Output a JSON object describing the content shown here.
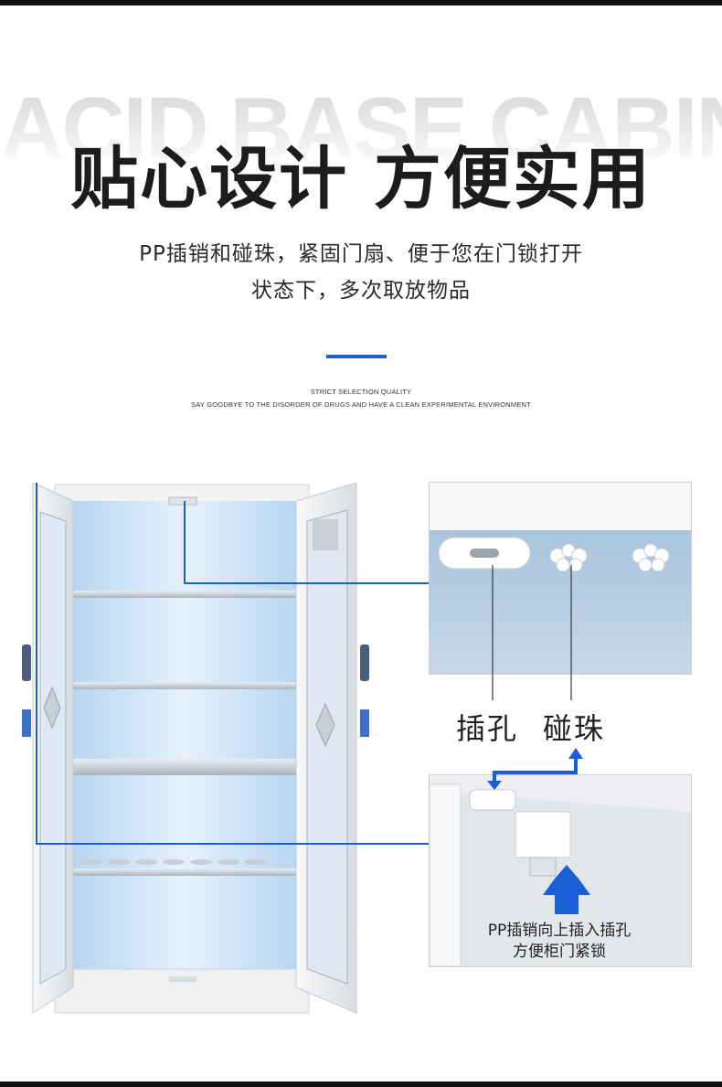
{
  "background_word": "ACID BASE CABINET",
  "title": "贴心设计 方便实用",
  "description": {
    "line1": "PP插销和碰珠，紧固门扇、便于您在门锁打开",
    "line2": "状态下，多次取放物品"
  },
  "subtitle": {
    "line1": "STRICT SELECTION QUALITY",
    "line2": "SAY GOODBYE TO THE DISORDER OF DRUGS AND HAVE A CLEAN EXPERIMENTAL ENVIRONMENT"
  },
  "callout_labels": {
    "hole": "插孔",
    "bead": "碰珠"
  },
  "caption": {
    "line1": "PP插销向上插入插孔",
    "line2": "方便柜门紧锁"
  },
  "colors": {
    "accent": "#1a5ed8",
    "cabinet_glow": "#cfe3f7",
    "frame": "#f3f4f6"
  }
}
